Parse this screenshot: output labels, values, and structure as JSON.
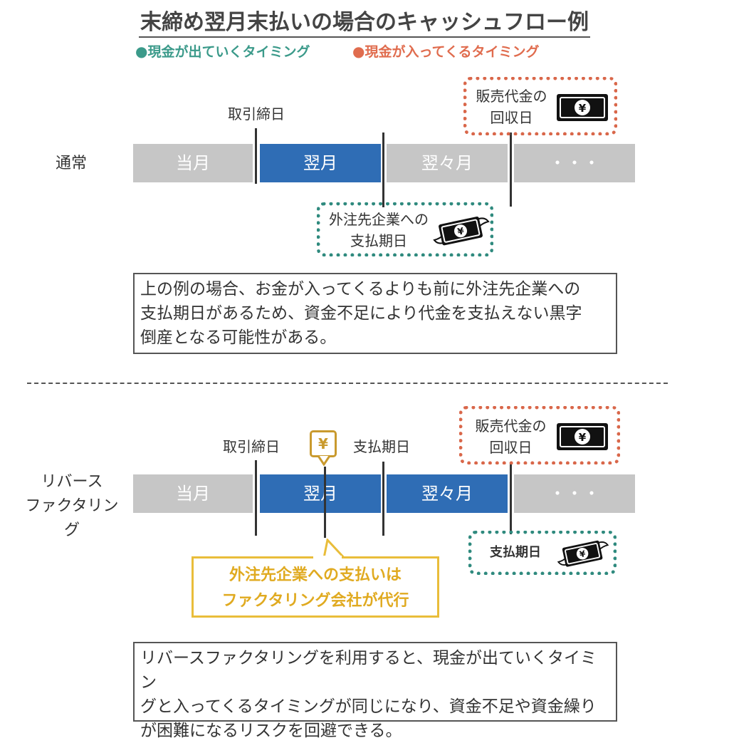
{
  "title": "末締め翌月末払いの場合のキャッシュフロー例",
  "legend": {
    "out_label": "現金が出ていくタイミング",
    "in_label": "現金が入ってくるタイミング",
    "out_color": "#3b9a8a",
    "in_color": "#e06c4e"
  },
  "normal": {
    "row_label": "通常",
    "segments": [
      "当月",
      "翌月",
      "翌々月",
      "・・・"
    ],
    "closing_day": "取引締日",
    "collection_box": [
      "販売代金の",
      "回収日"
    ],
    "payment_box": [
      "外注先企業への",
      "支払期日"
    ],
    "note": [
      "上の例の場合、お金が入ってくるよりも前に外注先企業への",
      "支払期日があるため、資金不足により代金を支払えない黒字",
      "倒産となる可能性がある。"
    ]
  },
  "reverse": {
    "row_label": [
      "リバース",
      "ファクタリング"
    ],
    "segments": [
      "当月",
      "翌月",
      "翌々月",
      "・・・"
    ],
    "closing_day": "取引締日",
    "payment_due": "支払期日",
    "yen_badge": "¥",
    "collection_box": [
      "販売代金の",
      "回収日"
    ],
    "payment_box": "支払期日",
    "callout": [
      "外注先企業への支払いは",
      "ファクタリング会社が代行"
    ],
    "note": [
      "リバースファクタリングを利用すると、現金が出ていくタイミン",
      "グと入ってくるタイミングが同じになり、資金不足や資金繰り",
      "が困難になるリスクを回避できる。"
    ]
  },
  "icons": {
    "banknote": "yen-banknote-icon",
    "flying_banknote": "flying-yen-banknote-icon",
    "yen_symbol": "¥"
  },
  "colors": {
    "blue_segment": "#2f6db5",
    "gray_segment": "#c6c6c6",
    "orange_dotted": "#d9674a",
    "teal_dotted": "#2f8a7e",
    "callout_yellow": "#e9bd3a"
  }
}
